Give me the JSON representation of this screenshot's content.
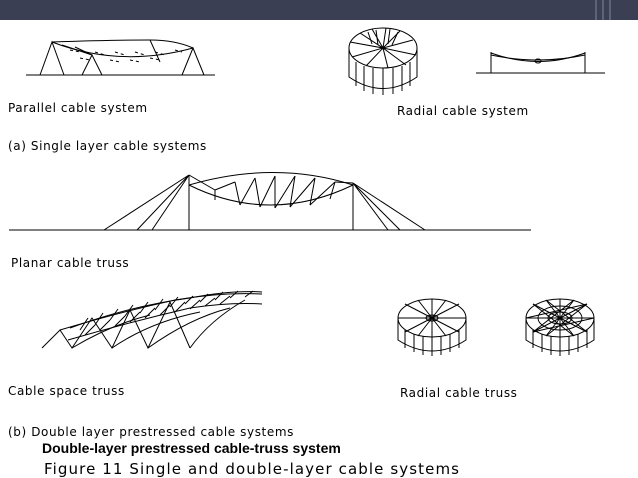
{
  "header": {
    "bar_color": "#3a3f53"
  },
  "labels": {
    "parallel": "Parallel cable system",
    "radial": "Radial cable system",
    "single_heading": "(a) Single layer cable systems",
    "planar": "Planar cable truss",
    "space": "Cable space truss",
    "radial_truss": "Radial cable truss",
    "double_heading": "(b) Double layer prestressed cable systems",
    "caption": "Double-layer prestressed cable-truss system",
    "figure": "Figure 11   Single and double-layer cable systems"
  },
  "icons": {
    "parallel": "parallel-cable-roof-drawing",
    "radial_drum": "radial-cable-drum-drawing",
    "suspension": "suspended-cable-drawing",
    "planar": "planar-cable-truss-drawing",
    "space": "cable-space-truss-drawing",
    "radial_truss_a": "radial-cable-truss-drawing",
    "radial_truss_b": "dense-radial-cable-truss-drawing"
  }
}
